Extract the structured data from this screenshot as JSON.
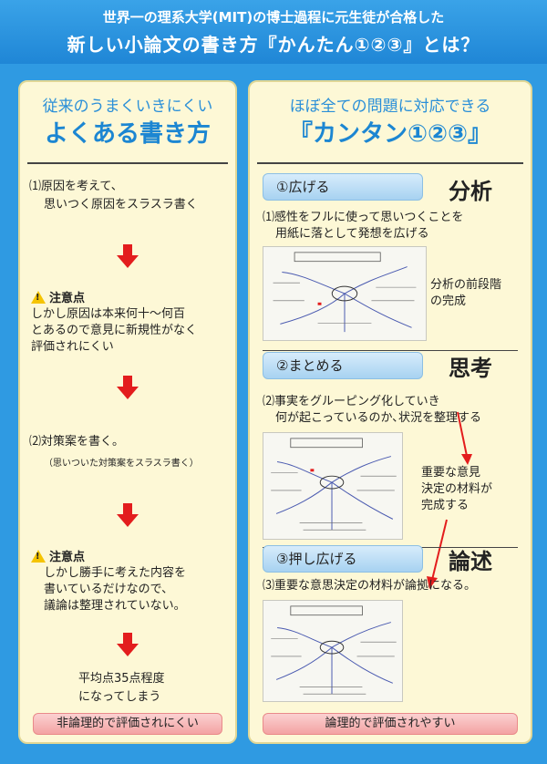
{
  "header": {
    "line1": "世界一の理系大学(MIT)の博士過程に元生徒が合格した",
    "line2": "新しい小論文の書き方『かんたん①②③』とは？"
  },
  "left": {
    "title_small": "従来のうまくいきにくい",
    "title_big": "よくある書き方",
    "step1_line1": "⑴原因を考えて、",
    "step1_line2": "思いつく原因をスラスラ書く",
    "warn1_title": "注意点",
    "warn1_line1": "しかし原因は本来何十～何百",
    "warn1_line2": "とあるので意見に新規性がなく",
    "warn1_line3": "評価されにくい",
    "step2_line1": "⑵対策案を書く。",
    "step2_line2": "（思いついた対策案をスラスラ書く）",
    "warn2_title": "注意点",
    "warn2_line1": "しかし勝手に考えた内容を",
    "warn2_line2": "書いているだけなので、",
    "warn2_line3": "議論は整理されていない。",
    "result_line1": "平均点35点程度",
    "result_line2": "になってしまう",
    "badge": "非論理的で評価されにくい"
  },
  "right": {
    "title_small": "ほぼ全ての問題に対応できる",
    "title_big": "『カンタン①②③』",
    "step1": {
      "button": "①広げる",
      "tag": "分析",
      "desc_line1": "⑴感性をフルに使って思いつくことを",
      "desc_line2": "用紙に落として発想を広げる",
      "note_line1": "分析の前段階",
      "note_line2": "の完成"
    },
    "step2": {
      "button": "②まとめる",
      "tag": "思考",
      "desc_line1": "⑵事実をグルーピング化していき",
      "desc_line2": "何が起こっているのか､状況を整理する",
      "note_line1": "重要な意見",
      "note_line2": "決定の材料が",
      "note_line3": "完成する"
    },
    "step3": {
      "button": "③押し広げる",
      "tag": "論述",
      "desc_line1": "⑶重要な意思決定の材料が論拠になる。"
    },
    "badge": "論理的で評価されやすい"
  },
  "colors": {
    "header_blue": "#2795e0",
    "panel_bg": "#fdf8d6",
    "accent_red": "#e31d1d",
    "title_blue": "#1c86d2"
  }
}
